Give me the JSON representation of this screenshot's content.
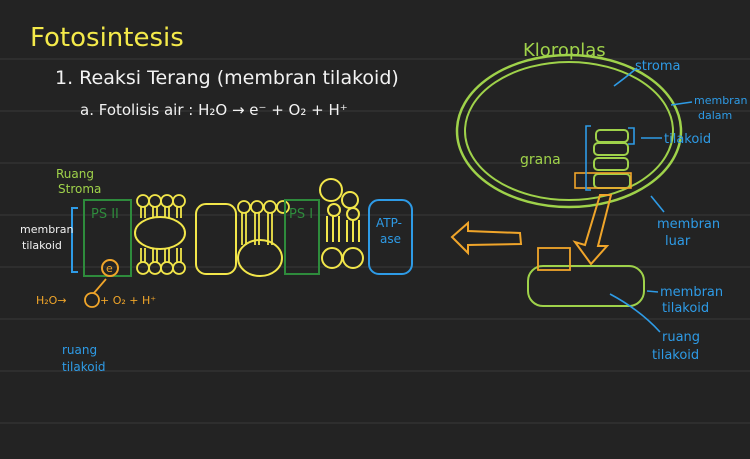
{
  "title": "Fotosintesis",
  "heading": "1. Reaksi Terang (membran tilakoid)",
  "subheading": "a. Fotolisis air :  H₂O → e⁻ + O₂ + H⁺",
  "membrane": {
    "ruang_stroma": [
      "Ruang",
      "Stroma"
    ],
    "membran_tilakoid": [
      "membran",
      "tilakoid"
    ],
    "ps2": "PS II",
    "ps1": "PS I",
    "atpase": [
      "ATP-",
      "ase"
    ],
    "electron": "e",
    "reaction_left": "H₂O→",
    "reaction_right": "+ O₂ + H⁺",
    "ruang_tilakoid": [
      "ruang",
      "tilakoid"
    ]
  },
  "chloroplast": {
    "title": "Kloroplas",
    "stroma": "stroma",
    "membran_dalam": [
      "membran",
      "dalam"
    ],
    "tilakoid": "tilakoid",
    "grana": "grana",
    "membran_luar": [
      "membran",
      "luar"
    ],
    "membran_tilakoid": [
      "membran",
      "tilakoid"
    ],
    "ruang_tilakoid": [
      "ruang",
      "tilakoid"
    ]
  },
  "colors": {
    "background": "#232323",
    "ruled_lines": "#3a3a3a",
    "title": "#f4ea4a",
    "text": "#f2f2f2",
    "green": "#9fd24a",
    "dark_green": "#2e8b3c",
    "blue": "#2e9be6",
    "yellow": "#f2e64a",
    "orange": "#f0a52a"
  }
}
